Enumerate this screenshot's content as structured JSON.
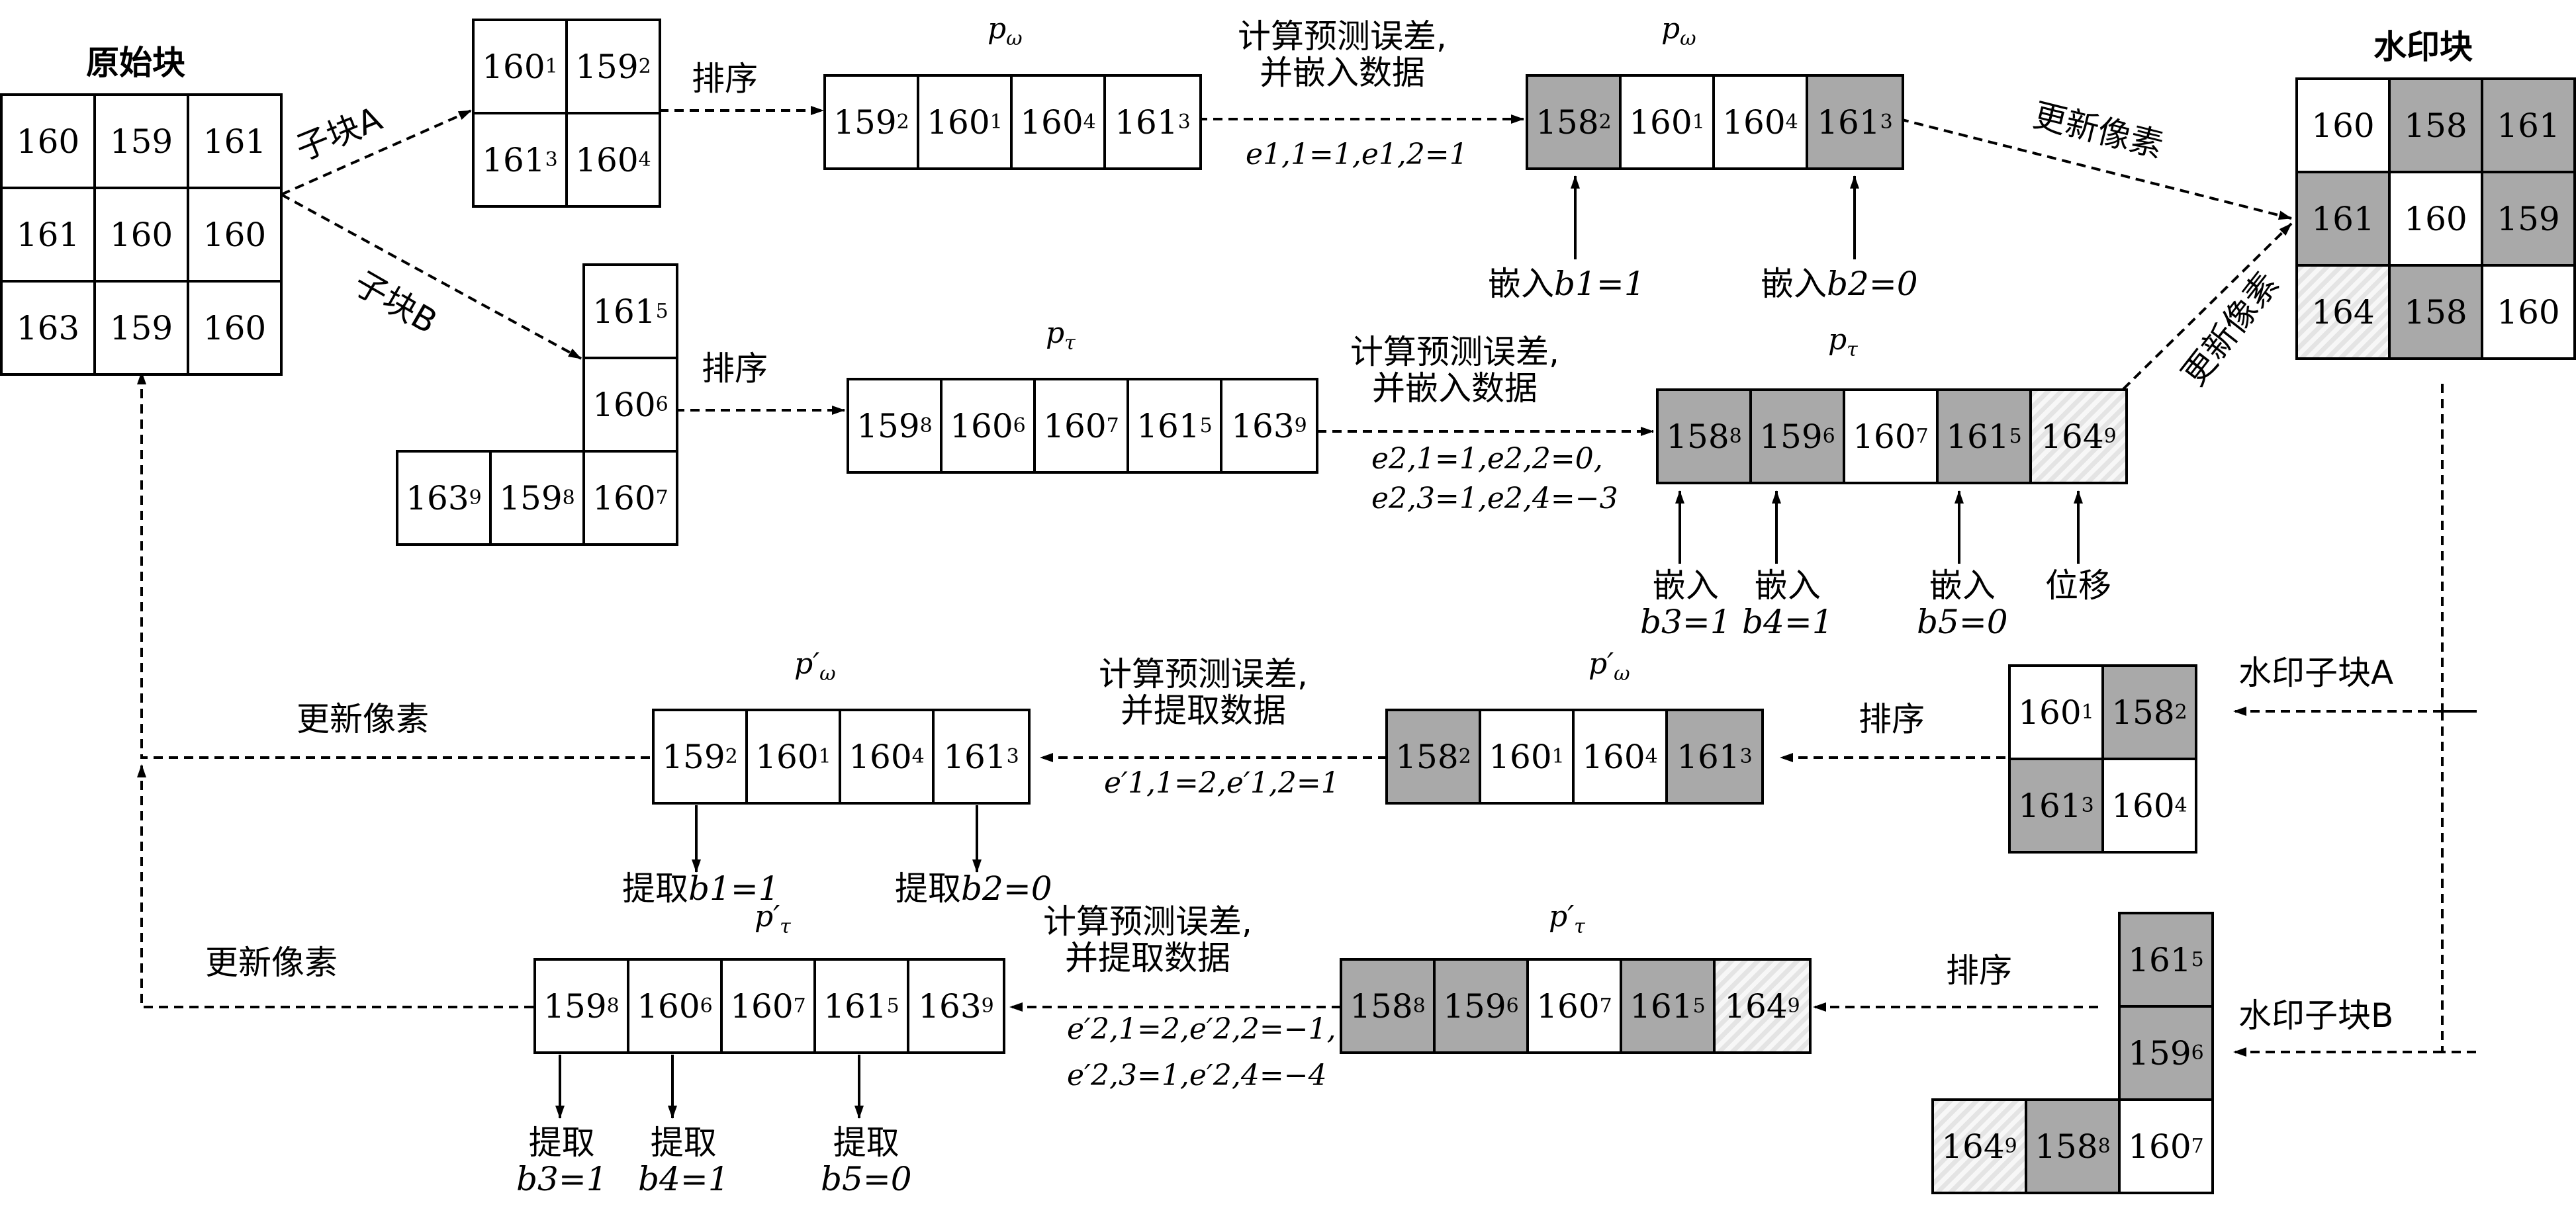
{
  "original_block": {
    "title": "原始块",
    "rows": [
      [
        "160",
        "159",
        "161"
      ],
      [
        "161",
        "160",
        "160"
      ],
      [
        "163",
        "159",
        "160"
      ]
    ]
  },
  "sub_a_label": "子块A",
  "sub_b_label": "子块B",
  "sub_a": [
    {
      "v": "160",
      "i": "1"
    },
    {
      "v": "159",
      "i": "2"
    },
    {
      "v": "161",
      "i": "3"
    },
    {
      "v": "160",
      "i": "4"
    }
  ],
  "sub_b": [
    {
      "v": "161",
      "i": "5"
    },
    {
      "v": "160",
      "i": "6"
    },
    {
      "v": "163",
      "i": "9"
    },
    {
      "v": "159",
      "i": "8"
    },
    {
      "v": "160",
      "i": "7"
    }
  ],
  "sort_label": "排序",
  "p_omega": "p",
  "p_omega_sub": "ω",
  "p_tau": "p",
  "p_tau_sub": "τ",
  "p_prime": "′",
  "seq_a": [
    {
      "v": "159",
      "i": "2"
    },
    {
      "v": "160",
      "i": "1"
    },
    {
      "v": "160",
      "i": "4"
    },
    {
      "v": "161",
      "i": "3"
    }
  ],
  "seq_b": [
    {
      "v": "159",
      "i": "8"
    },
    {
      "v": "160",
      "i": "6"
    },
    {
      "v": "160",
      "i": "7"
    },
    {
      "v": "161",
      "i": "5"
    },
    {
      "v": "163",
      "i": "9"
    }
  ],
  "embed_caption_1": "计算预测误差,",
  "embed_caption_2": "并嵌入数据",
  "extract_caption_1": "计算预测误差,",
  "extract_caption_2": "并提取数据",
  "err_a": "e1,1=1,e1,2=1",
  "err_b_1": "e2,1=1,e2,2=0,",
  "err_b_2": "e2,3=1,e2,4=−3",
  "err_a_prime": "e′1,1=2,e′1,2=1",
  "err_b_prime_1": "e′2,1=2,e′2,2=−1,",
  "err_b_prime_2": "e′2,3=1,e′2,4=−4",
  "marked_a": [
    {
      "v": "158",
      "i": "2",
      "s": "gray"
    },
    {
      "v": "160",
      "i": "1",
      "s": "white"
    },
    {
      "v": "160",
      "i": "4",
      "s": "white"
    },
    {
      "v": "161",
      "i": "3",
      "s": "gray"
    }
  ],
  "marked_b": [
    {
      "v": "158",
      "i": "8",
      "s": "gray"
    },
    {
      "v": "159",
      "i": "6",
      "s": "gray"
    },
    {
      "v": "160",
      "i": "7",
      "s": "white"
    },
    {
      "v": "161",
      "i": "5",
      "s": "gray"
    },
    {
      "v": "164",
      "i": "9",
      "s": "hatch"
    }
  ],
  "embed_word": "嵌入",
  "shift_word": "位移",
  "extract_word": "提取",
  "bits": {
    "b1": "b1=1",
    "b2": "b2=0",
    "b3": "b3=1",
    "b4": "b4=1",
    "b5": "b5=0"
  },
  "update_label": "更新像素",
  "watermark_block": {
    "title": "水印块",
    "rows": [
      [
        "160",
        "158",
        "161"
      ],
      [
        "161",
        "160",
        "159"
      ],
      [
        "164",
        "158",
        "160"
      ]
    ],
    "styles": [
      [
        "white",
        "gray",
        "gray"
      ],
      [
        "gray",
        "white",
        "gray"
      ],
      [
        "hatch",
        "gray",
        "white"
      ]
    ]
  },
  "wm_sub_a_label": "水印子块A",
  "wm_sub_b_label": "水印子块B",
  "wm_sub_a": [
    {
      "v": "160",
      "i": "1",
      "s": "white"
    },
    {
      "v": "158",
      "i": "2",
      "s": "gray"
    },
    {
      "v": "161",
      "i": "3",
      "s": "gray"
    },
    {
      "v": "160",
      "i": "4",
      "s": "white"
    }
  ],
  "wm_sub_b": [
    {
      "v": "161",
      "i": "5",
      "s": "gray"
    },
    {
      "v": "159",
      "i": "6",
      "s": "gray"
    },
    {
      "v": "164",
      "i": "9",
      "s": "hatch"
    },
    {
      "v": "158",
      "i": "8",
      "s": "gray"
    },
    {
      "v": "160",
      "i": "7",
      "s": "white"
    }
  ],
  "colors": {
    "gray": "#a9a9a9",
    "hatch": "#e8e8e8",
    "line": "#000000"
  }
}
